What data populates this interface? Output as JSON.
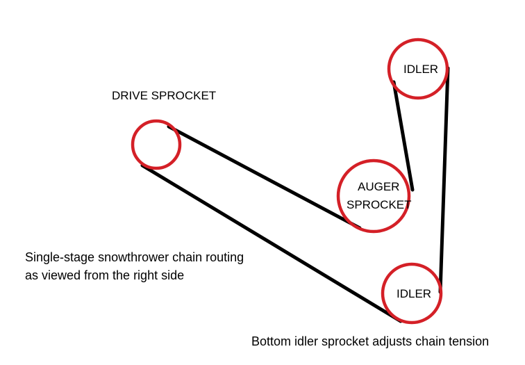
{
  "labels": {
    "drive": "DRIVE SPROCKET",
    "idler_top": "IDLER",
    "auger_line1": "AUGER",
    "auger_line2": "SPROCKET",
    "idler_bottom": "IDLER"
  },
  "captions": {
    "routing_line1": "Single-stage snowthrower chain routing",
    "routing_line2": "as viewed from the right side",
    "tension": "Bottom idler sprocket adjusts chain tension"
  },
  "colors": {
    "sprocket": "#d42027",
    "chain": "#000000"
  }
}
